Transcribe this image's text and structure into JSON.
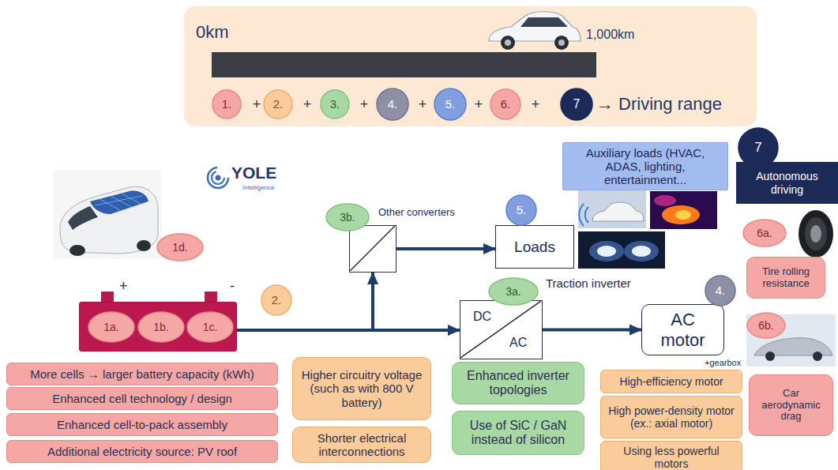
{
  "diagram": {
    "nodes": [
      {
        "text": [
          "0km",
          "1,000km",
          "→ Driving range"
        ]
      },
      {
        "text": [
          "1."
        ],
        "in": 0
      },
      {
        "text": [
          "2."
        ],
        "in": 0
      },
      {
        "text": [
          "3."
        ],
        "in": 0
      },
      {
        "text": [
          "4."
        ],
        "in": 0
      },
      {
        "text": [
          "5."
        ],
        "in": 0
      },
      {
        "text": [
          "6."
        ],
        "in": 0
      },
      {
        "text": [
          "7"
        ],
        "in": 0
      },
      {
        "text": [
          "Auxiliary loads (HVAC, ADAS, lighting, entertainment..."
        ]
      },
      {
        "text": [
          "7"
        ]
      },
      {
        "text": [
          "Autonomous driving"
        ]
      },
      {
        "text": [
          "1d."
        ]
      },
      {
        "text": [
          "3b."
        ]
      },
      {
        "text": [
          "Other converters"
        ]
      },
      {
        "text": [
          "5."
        ]
      },
      {
        "text": [
          "Loads"
        ]
      },
      {
        "text": [
          "6a."
        ]
      },
      {
        "text": [
          "Tire rolling resistance"
        ]
      },
      {
        "text": [
          "3a."
        ]
      },
      {
        "text": [
          "Traction inverter",
          "DC",
          "AC"
        ]
      },
      {
        "text": [
          "4."
        ]
      },
      {
        "text": [
          "2."
        ]
      },
      {
        "text": [
          "+",
          "-"
        ]
      },
      {
        "text": [
          "1a."
        ],
        "in": 22
      },
      {
        "text": [
          "1b."
        ],
        "in": 22
      },
      {
        "text": [
          "1c."
        ],
        "in": 22
      },
      {
        "text": [
          "AC motor",
          "+gearbox"
        ]
      },
      {
        "text": [
          "6b."
        ]
      },
      {
        "text": [
          "Car aerodynamic drag"
        ]
      },
      {
        "text": [
          "More cells → larger battery capacity (kWh)"
        ]
      },
      {
        "text": [
          "Enhanced cell technology / design"
        ]
      },
      {
        "text": [
          "Enhanced cell-to-pack assembly"
        ]
      },
      {
        "text": [
          "Additional electricity source: PV roof"
        ]
      },
      {
        "text": [
          "Higher circuitry voltage (such as with 800 V battery)"
        ]
      },
      {
        "text": [
          "Shorter electrical interconnections"
        ]
      },
      {
        "text": [
          "Enhanced inverter topologies"
        ]
      },
      {
        "text": [
          "Use of SiC / GaN instead of silicon"
        ]
      },
      {
        "text": [
          "High-efficiency motor"
        ]
      },
      {
        "text": [
          "High power-density motor (ex.: axial motor)"
        ]
      },
      {
        "text": [
          "Using less powerful motors"
        ]
      }
    ],
    "edges": [
      {
        "from": 22,
        "to": 13,
        "arrow": "to"
      },
      {
        "from": 22,
        "to": 19,
        "arrow": "to"
      },
      {
        "from": 13,
        "to": 15,
        "arrow": "to"
      },
      {
        "from": 19,
        "to": 26,
        "arrow": "to"
      }
    ],
    "labels": [
      "+",
      "+",
      "+",
      "+",
      "+",
      "+",
      "YOLE",
      "Intelligence"
    ]
  }
}
